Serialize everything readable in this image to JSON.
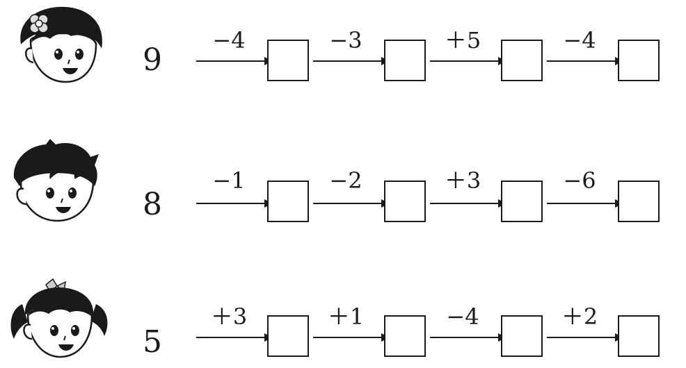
{
  "rows": [
    {
      "character": "girl-with-flower",
      "start": "9",
      "operations": [
        "−4",
        "−3",
        "＋5",
        "−4"
      ]
    },
    {
      "character": "boy",
      "start": "8",
      "operations": [
        "−1",
        "−2",
        "＋3",
        "−6"
      ]
    },
    {
      "character": "girl-with-ponytail",
      "start": "5",
      "operations": [
        "＋3",
        "＋1",
        "−4",
        "＋2"
      ]
    }
  ],
  "colors": {
    "ink": "#1a1a1a",
    "paper": "#ffffff"
  }
}
